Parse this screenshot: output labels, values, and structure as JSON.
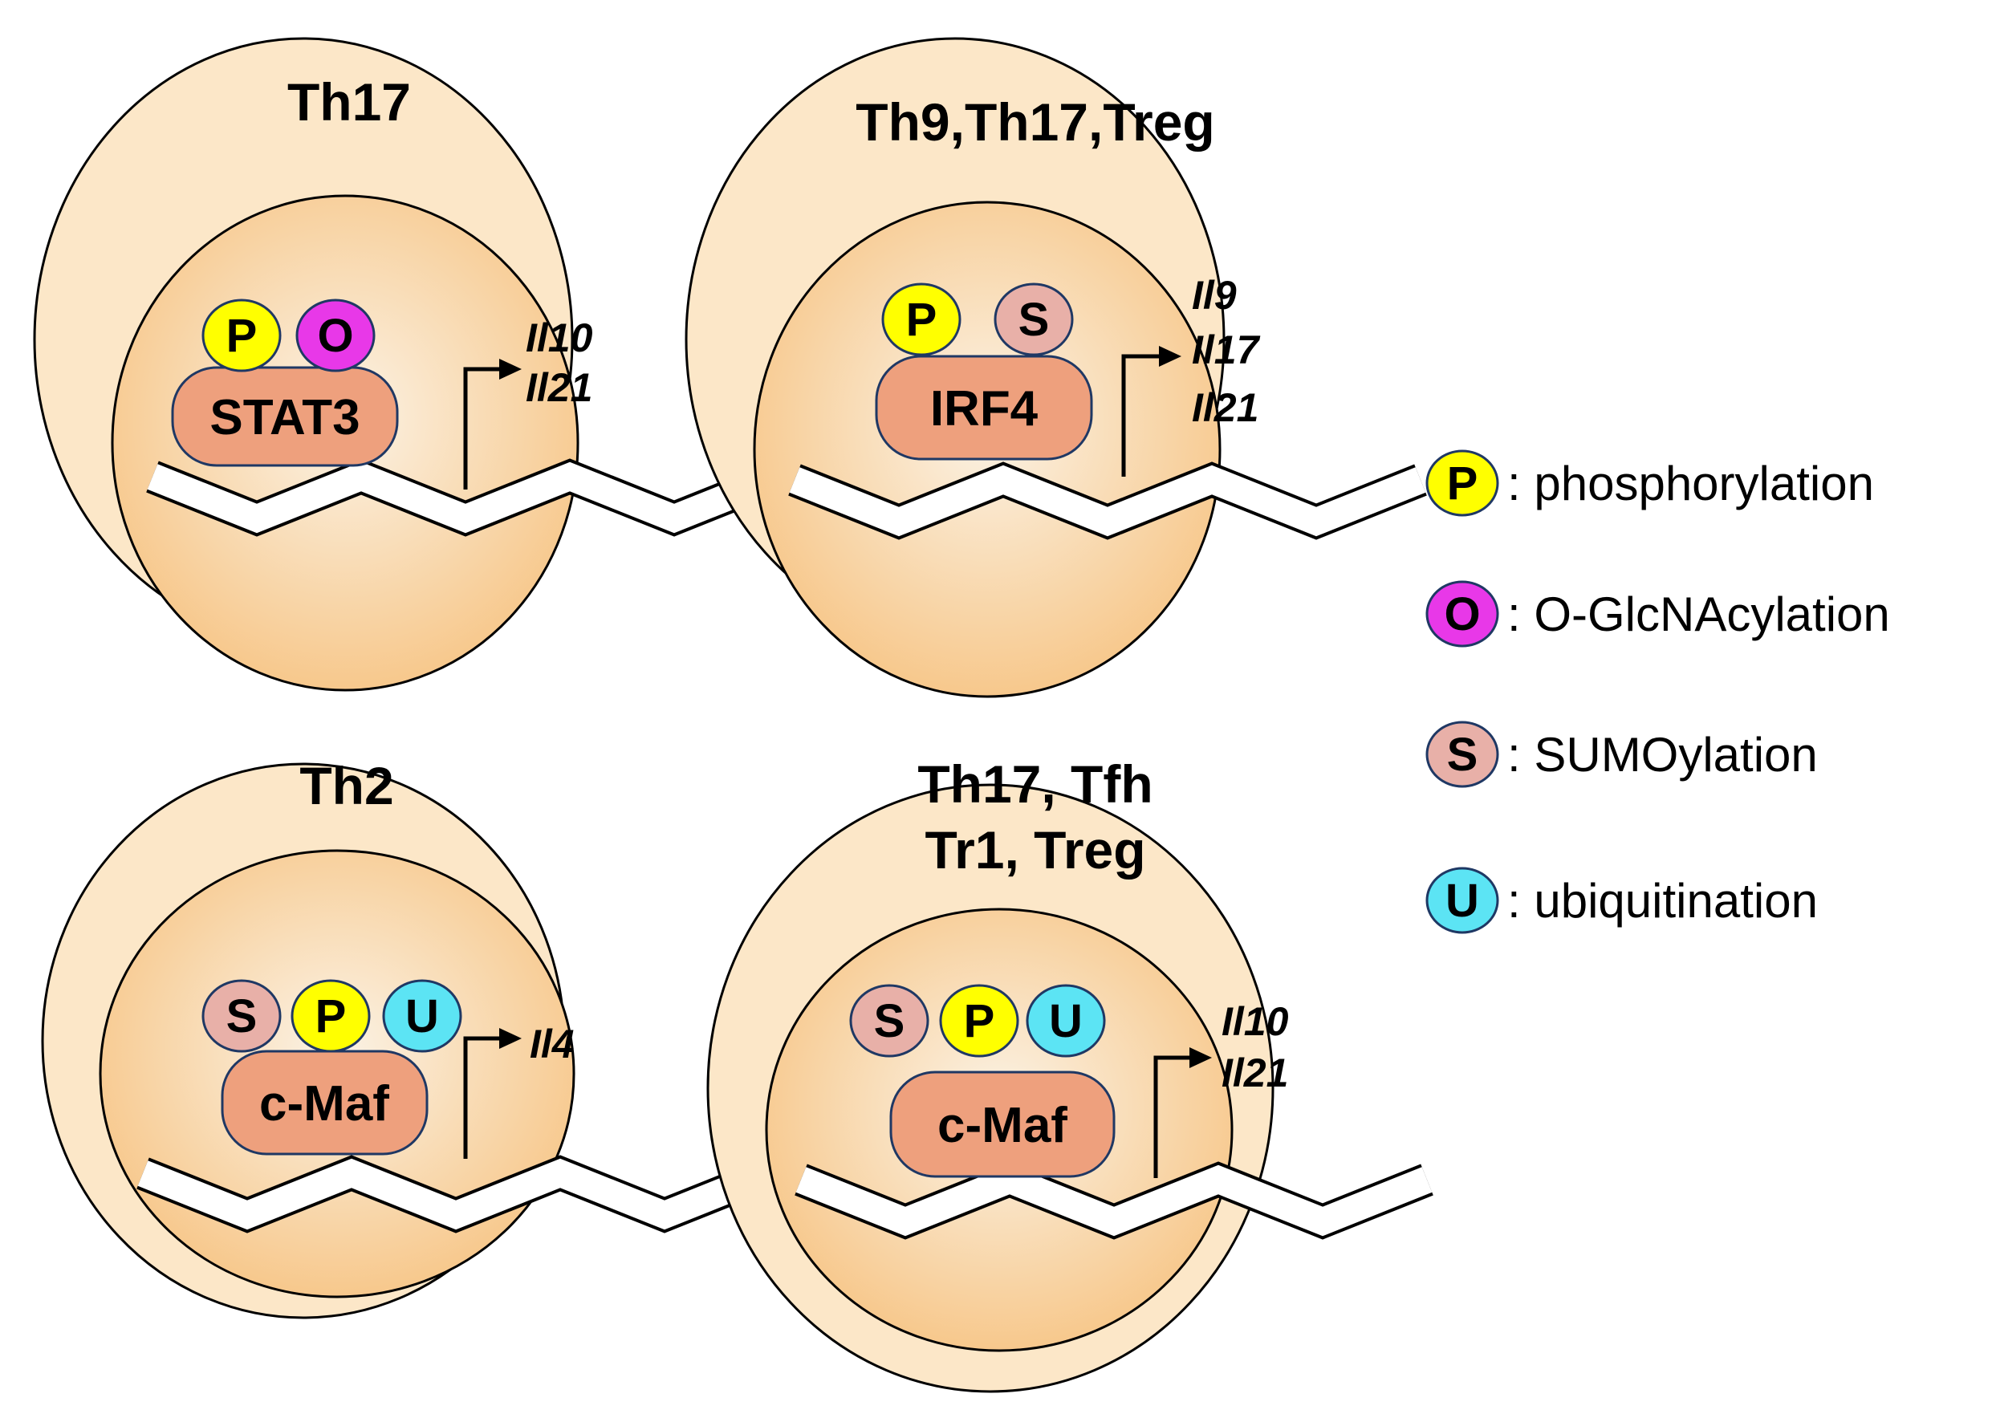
{
  "colors": {
    "cell_fill": "#FCE7C8",
    "nucleus_outer": "#F7C88C",
    "nucleus_inner": "#FBF3E6",
    "tf_fill": "#EEA07D",
    "outline": "#1F3864",
    "phosphorylation": "#FFFF00",
    "o_glcnacylation": "#E838E8",
    "sumoylation": "#E8B0A8",
    "ubiquitination": "#5CE4F4"
  },
  "panels": [
    {
      "title_lines": [
        "Th17"
      ],
      "tf": "STAT3",
      "modifications": [
        "P",
        "O"
      ],
      "genes": [
        "Il10",
        "Il21"
      ]
    },
    {
      "title_lines": [
        "Th9,Th17,Treg"
      ],
      "tf": "IRF4",
      "modifications": [
        "P",
        "S"
      ],
      "genes": [
        "Il9",
        "Il17",
        "Il21"
      ]
    },
    {
      "title_lines": [
        "Th2"
      ],
      "tf": "c-Maf",
      "modifications": [
        "S",
        "P",
        "U"
      ],
      "genes": [
        "Il4"
      ]
    },
    {
      "title_lines": [
        "Th17, Tfh",
        "Tr1, Treg"
      ],
      "tf": "c-Maf",
      "modifications": [
        "S",
        "P",
        "U"
      ],
      "genes": [
        "Il10",
        "Il21"
      ]
    }
  ],
  "legend": [
    {
      "letter": "P",
      "label": ": phosphorylation",
      "color_key": "phosphorylation"
    },
    {
      "letter": "O",
      "label": ": O-GlcNAcylation",
      "color_key": "o_glcnacylation"
    },
    {
      "letter": "S",
      "label": ": SUMOylation",
      "color_key": "sumoylation"
    },
    {
      "letter": "U",
      "label": ":  ubiquitination",
      "color_key": "ubiquitination"
    }
  ]
}
